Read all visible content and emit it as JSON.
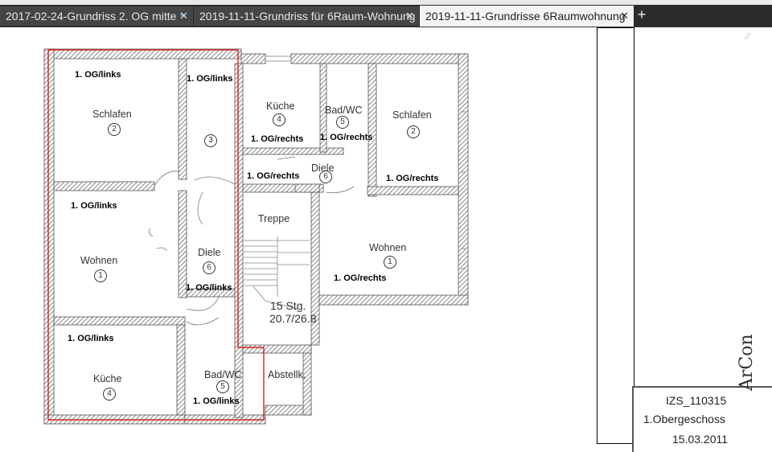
{
  "tabs": [
    {
      "title": "2017-02-24-Grundriss 2. OG mitte",
      "modified": "*",
      "close": "✕"
    },
    {
      "title": "2019-11-11-Grundriss für 6Raum-Wohnung",
      "modified": "",
      "close": "✕"
    },
    {
      "title": "2019-11-11-Grundrisse 6Raumwohnung",
      "modified": "",
      "close": "✕",
      "active": true
    }
  ],
  "new_tab": "+",
  "annotations": {
    "left_top": "1. OG/links",
    "left_mid_top": "1. OG/links",
    "left_wohnen": "1. OG/links",
    "left_diele": "1. OG/links",
    "left_kueche": "1. OG/links",
    "left_bad": "1. OG/links",
    "right_kueche": "1. OG/rechts",
    "right_bad": "1. OG/rechts",
    "right_diele": "1. OG/rechts",
    "right_schlafen": "1. OG/rechts",
    "right_wohnen": "1. OG/rechts"
  },
  "rooms": {
    "schlafen_left": "Schlafen",
    "wohnen_left": "Wohnen",
    "kueche_left": "Küche",
    "diele_left": "Diele",
    "bad_left": "Bad/WC",
    "kueche_right": "Küche",
    "bad_right": "Bad/WC",
    "diele_right": "Diele",
    "schlafen_right": "Schlafen",
    "wohnen_right": "Wohnen",
    "treppe": "Treppe",
    "abstellk": "Abstellk.",
    "stairs_line1": "15 Stg.",
    "stairs_line2": "20.7/26.8"
  },
  "room_numbers": {
    "schlafen_left": "2",
    "middle_top": "3",
    "wohnen_left": "1",
    "diele_left": "6",
    "kueche_left": "4",
    "bad_left": "5",
    "kueche_right": "4",
    "bad_right": "5",
    "diele_right": "6",
    "schlafen_right": "2",
    "wohnen_right": "1"
  },
  "title_block": {
    "code": "IZS_110315",
    "floor": "1.Obergeschoss",
    "date": "15.03.2011",
    "logo": "ArCon"
  },
  "colors": {
    "tabbar_bg": "#2b2b2b",
    "tab_inactive": "#454545",
    "tab_active": "#f3f3f3",
    "modified_star": "#5aa0f0",
    "selection_outline": "#d22020",
    "wall_hatch": "#6a6a6a"
  }
}
